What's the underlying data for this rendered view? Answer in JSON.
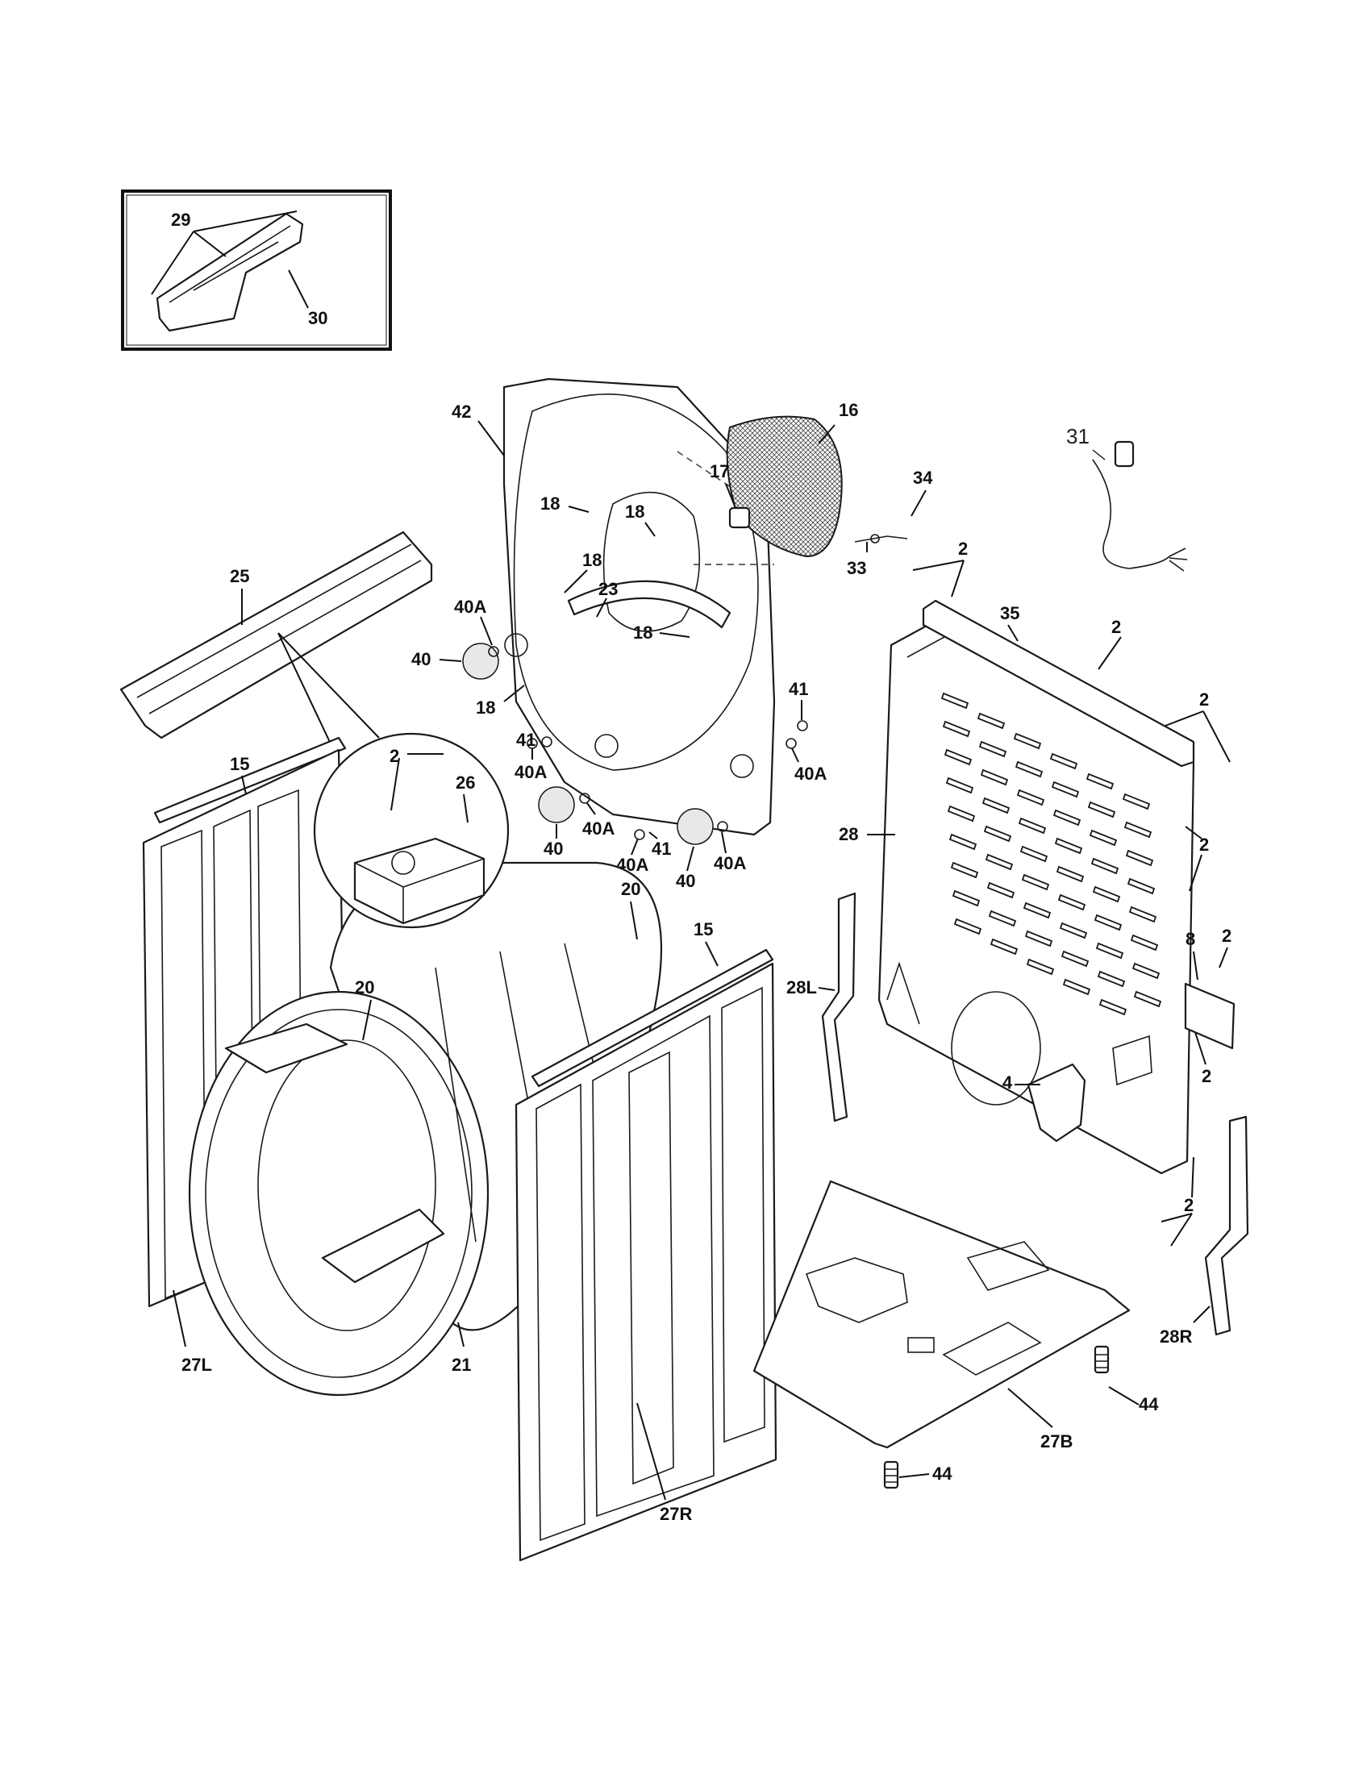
{
  "callouts": {
    "c29": "29",
    "c30": "30",
    "c42": "42",
    "c16": "16",
    "c17": "17",
    "c34": "34",
    "c33": "33",
    "c31": "31",
    "c18a": "18",
    "c18b": "18",
    "c18c": "18",
    "c18d": "18",
    "c18e": "18",
    "c23": "23",
    "c25": "25",
    "c40A_a": "40A",
    "c40A_b": "40A",
    "c40A_c": "40A",
    "c40A_d": "40A",
    "c40A_e": "40A",
    "c40A_f": "40A",
    "c40_a": "40",
    "c40_b": "40",
    "c40_c": "40",
    "c41_a": "41",
    "c41_b": "41",
    "c41_c": "41",
    "c2_a": "2",
    "c2_b": "2",
    "c2_c": "2",
    "c2_d": "2",
    "c2_e": "2",
    "c2_f": "2",
    "c2_g": "2",
    "c2_h": "2",
    "c35": "35",
    "c26": "26",
    "c15_a": "15",
    "c15_b": "15",
    "c20_a": "20",
    "c20_b": "20",
    "c28": "28",
    "c28L": "28L",
    "c28R": "28R",
    "c8": "8",
    "c4": "4",
    "c21": "21",
    "c27L": "27L",
    "c27R": "27R",
    "c27B": "27B",
    "c44_a": "44",
    "c44_b": "44"
  },
  "colors": {
    "line": "#1a1a1a",
    "background": "#ffffff"
  }
}
